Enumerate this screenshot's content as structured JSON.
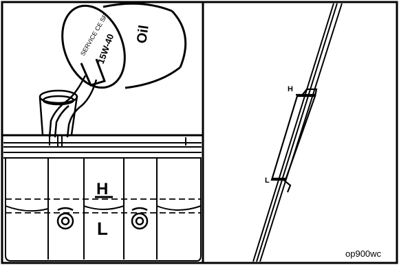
{
  "can": {
    "brand_text": "Oil",
    "grade_text": "15W-40",
    "service_text": "SERVICE CE SF"
  },
  "sump": {
    "high_mark": "H",
    "low_mark": "L"
  },
  "dipstick": {
    "high_mark": "H",
    "low_mark": "L"
  },
  "figure_code": "op900wc",
  "colors": {
    "ink": "#000000",
    "paper": "#ffffff"
  }
}
